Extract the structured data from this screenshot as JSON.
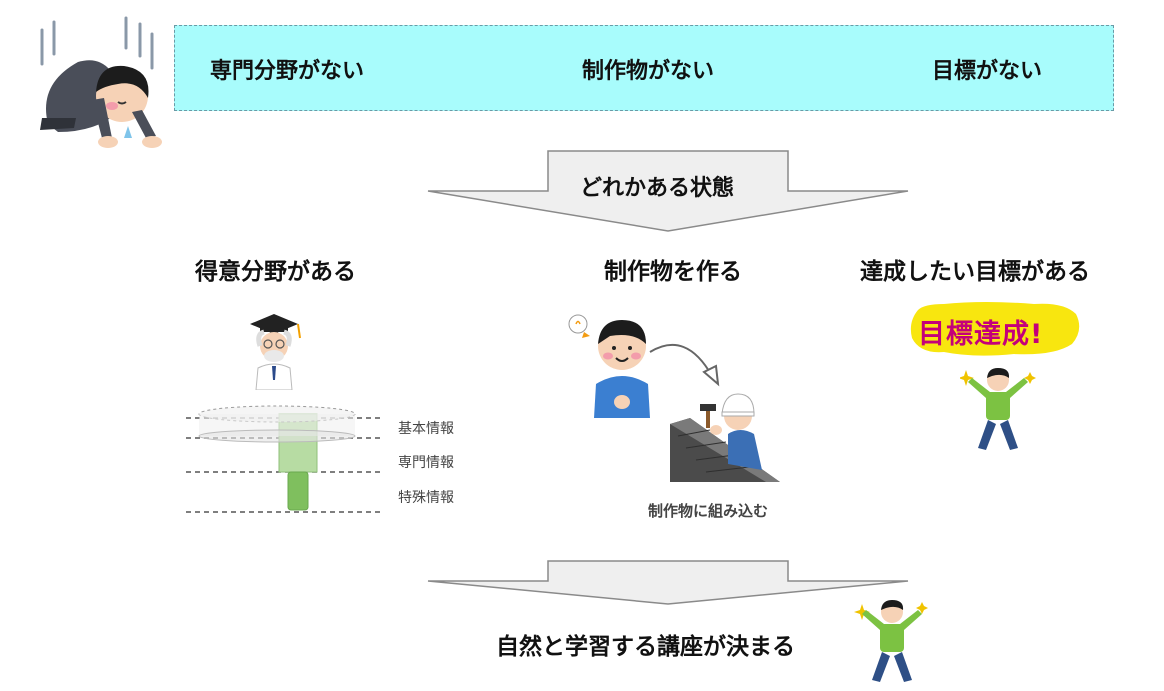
{
  "top_banner": {
    "items": [
      "専門分野がない",
      "制作物がない",
      "目標がない"
    ]
  },
  "arrow_1": {
    "label": "どれかある状態"
  },
  "columns": [
    {
      "heading": "得意分野がある"
    },
    {
      "heading": "制作物を作る",
      "caption": "制作物に組み込む"
    },
    {
      "heading": "達成したい目標がある",
      "badge": "目標達成!"
    }
  ],
  "layers": [
    "基本情報",
    "専門情報",
    "特殊情報"
  ],
  "arrow_2": {
    "label": "自然と学習する講座が決まる"
  },
  "colors": {
    "banner_bg": "#a8fcfc",
    "arrow_fill": "#efefef",
    "layer_green": "#7fbf5e",
    "badge_yellow": "#f8e60f",
    "badge_text": "#c4007a"
  }
}
